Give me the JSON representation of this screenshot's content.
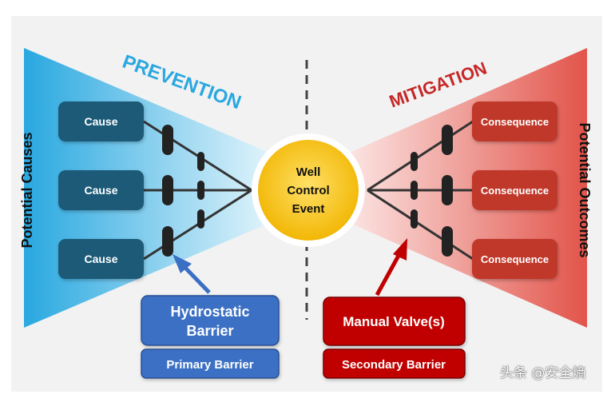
{
  "diagram": {
    "left_heading": "PREVENTION",
    "right_heading": "MITIGATION",
    "left_side_label": "Potential Causes",
    "right_side_label": "Potential Outcomes",
    "center_event": {
      "lines": [
        "Well",
        "Control",
        "Event"
      ]
    },
    "causes": [
      "Cause",
      "Cause",
      "Cause"
    ],
    "consequences": [
      "Consequence",
      "Consequence",
      "Consequence"
    ],
    "hydrostatic_barrier": {
      "lines": [
        "Hydrostatic",
        "Barrier"
      ]
    },
    "primary_barrier": "Primary Barrier",
    "manual_valves": "Manual Valve(s)",
    "secondary_barrier": "Secondary Barrier"
  },
  "colors": {
    "prevention_blue": "#29a8e0",
    "mitigation_red": "#c62828",
    "cause_box": "#1b5a78",
    "consequence_box": "#c0392b",
    "center_yellow": "#f7c21b",
    "barrier_blue": "#3a6fc4",
    "barrier_red": "#c00000"
  },
  "watermark": "头条 @安全熵"
}
